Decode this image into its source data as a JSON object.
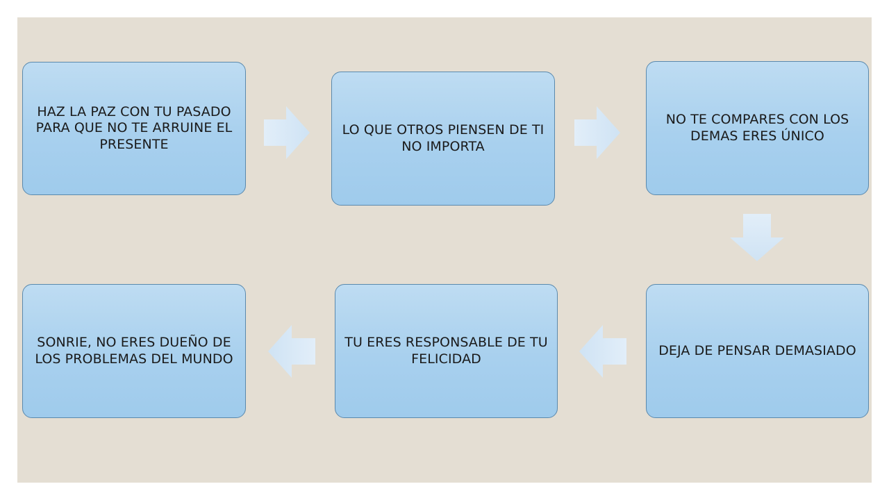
{
  "diagram": {
    "steps": [
      {
        "label": "HAZ LA PAZ CON TU PASADO PARA QUE NO TE ARRUINE EL PRESENTE"
      },
      {
        "label": "LO QUE OTROS PIENSEN DE TI NO IMPORTA"
      },
      {
        "label": "NO TE COMPARES CON LOS DEMAS ERES ÚNICO"
      },
      {
        "label": "DEJA DE PENSAR DEMASIADO"
      },
      {
        "label": "TU ERES RESPONSABLE DE TU FELICIDAD"
      },
      {
        "label": "SONRIE, NO ERES DUEÑO DE LOS PROBLEMAS DEL MUNDO"
      }
    ],
    "colors": {
      "background": "#e4ded3",
      "box_fill": "#a8d0ee",
      "box_border": "#5a89ad",
      "arrow_fill": "#d9e9f7"
    }
  }
}
